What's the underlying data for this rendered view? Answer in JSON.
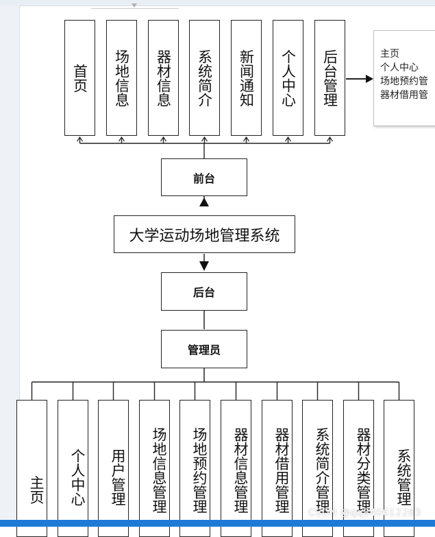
{
  "diagram": {
    "system_title": "大学运动场地管理系统",
    "frontend_label": "前台",
    "backend_label": "后台",
    "admin_label": "管理员",
    "frontend_modules": [
      "首页",
      "场地信息",
      "器材信息",
      "系统简介",
      "新闻通知",
      "个人中心",
      "后台管理"
    ],
    "backend_modules": [
      "主页",
      "个人中心",
      "用户管理",
      "场地信息管理",
      "场地预约管理",
      "器材信息管理",
      "器材借用管理",
      "系统简介管理",
      "器材分类管理",
      "系统管理"
    ],
    "backend_note_items": [
      "主页",
      "个人中心",
      "场地预约管",
      "器材借用管"
    ]
  },
  "watermark": "CSDN @qq840612283"
}
